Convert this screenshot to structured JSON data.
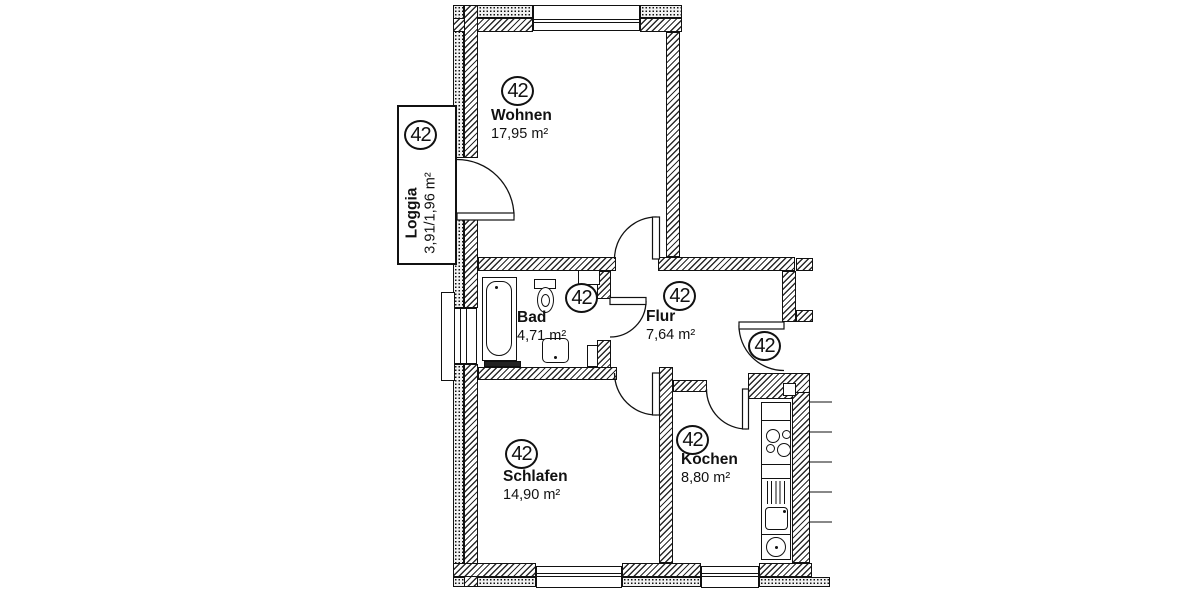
{
  "floorplan": {
    "unit_number": "42",
    "rooms": {
      "wohnen": {
        "name": "Wohnen",
        "area": "17,95 m²",
        "unit": "42"
      },
      "loggia": {
        "name": "Loggia",
        "area": "3,91/1,96 m²",
        "unit": "42"
      },
      "bad": {
        "name": "Bad",
        "area": "4,71 m²",
        "unit": "42"
      },
      "flur": {
        "name": "Flur",
        "area": "7,64 m²",
        "unit": "42"
      },
      "schlafen": {
        "name": "Schlafen",
        "area": "14,90 m²",
        "unit": "42"
      },
      "kochen": {
        "name": "Kochen",
        "area": "8,80 m²",
        "unit": "42"
      },
      "entrance": {
        "unit": "42"
      }
    },
    "colors": {
      "wall_line": "#111111",
      "background": "#ffffff"
    }
  }
}
